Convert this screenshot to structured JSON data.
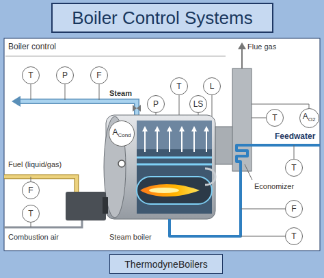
{
  "diagram": {
    "title": "Boiler Control Systems",
    "caption": "ThermodyneBoilers",
    "nodes": [
      {
        "text": [
          "T"
        ]
      },
      {
        "text": [
          "P"
        ]
      },
      {
        "text": [
          "F"
        ]
      },
      {
        "text": [
          "T"
        ]
      },
      {
        "text": [
          "L"
        ]
      },
      {
        "text": [
          "P"
        ]
      },
      {
        "text": [
          "LS"
        ]
      },
      {
        "text": [
          "A",
          "Cond"
        ]
      },
      {
        "text": [
          "T"
        ]
      },
      {
        "text": [
          "A",
          "O2"
        ]
      },
      {
        "text": [
          "T"
        ]
      },
      {
        "text": [
          "F"
        ]
      },
      {
        "text": [
          "F"
        ]
      },
      {
        "text": [
          "T"
        ]
      },
      {
        "text": [
          "T"
        ]
      }
    ],
    "labels": [
      "Boiler control",
      "Flue gas",
      "Steam",
      "Feedwater",
      "Fuel (liquid/gas)",
      "Economizer",
      "Combustion air",
      "Steam boiler"
    ]
  }
}
